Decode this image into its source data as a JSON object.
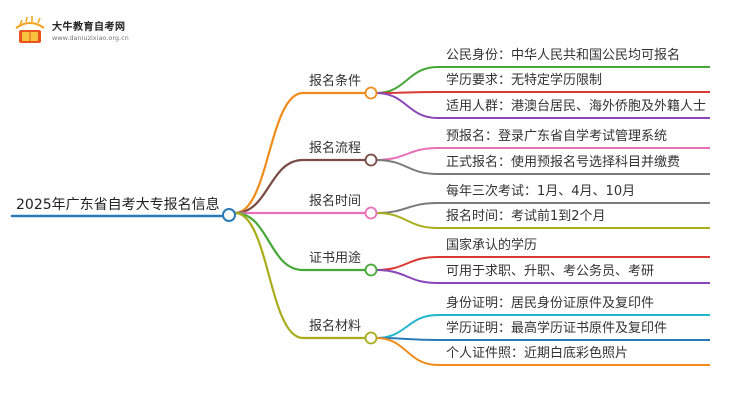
{
  "logo": {
    "name": "大牛教育自考网",
    "url": "www.daniuzixiao.org.cn"
  },
  "root": {
    "label": "2025年广东省自考大专报名信息",
    "color": "#2a7ab8"
  },
  "branches": [
    {
      "label": "报名条件",
      "color": "#f08c1c",
      "leaves": [
        {
          "label": "公民身份：中华人民共和国公民均可报名",
          "color": "#46a837"
        },
        {
          "label": "学历要求：无特定学历限制",
          "color": "#d93b33"
        },
        {
          "label": "适用人群：港澳台居民、海外侨胞及外籍人士",
          "color": "#8a45b8"
        }
      ]
    },
    {
      "label": "报名流程",
      "color": "#7a4a44",
      "leaves": [
        {
          "label": "预报名：登录广东省自学考试管理系统",
          "color": "#e86fb8"
        },
        {
          "label": "正式报名：使用预报名号选择科目并缴费",
          "color": "#7a7a7a"
        }
      ]
    },
    {
      "label": "报名时间",
      "color": "#e86fb8",
      "leaves": [
        {
          "label": "每年三次考试：1月、4月、10月",
          "color": "#7a7a7a"
        },
        {
          "label": "报名时间：考试前1到2个月",
          "color": "#a9ad1c"
        }
      ]
    },
    {
      "label": "证书用途",
      "color": "#46a837",
      "leaves": [
        {
          "label": "国家承认的学历",
          "color": "#d93b33"
        },
        {
          "label": "可用于求职、升职、考公务员、考研",
          "color": "#8a45b8"
        }
      ]
    },
    {
      "label": "报名材料",
      "color": "#a9ad1c",
      "leaves": [
        {
          "label": "身份证明：居民身份证原件及复印件",
          "color": "#22b6cc"
        },
        {
          "label": "学历证明：最高学历证书原件及复印件",
          "color": "#2a7ab8"
        },
        {
          "label": "个人证件照：近期白底彩色照片",
          "color": "#f08c1c"
        }
      ]
    }
  ]
}
